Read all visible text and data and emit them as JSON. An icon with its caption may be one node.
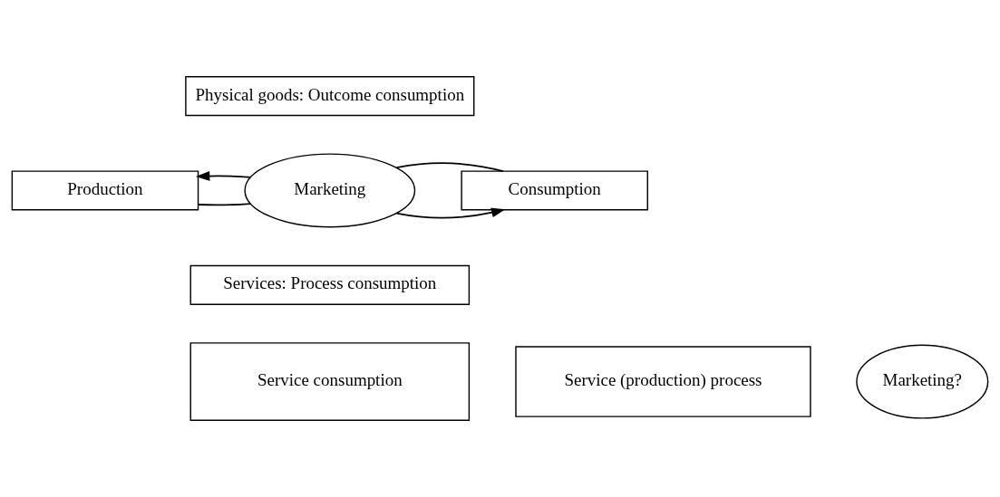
{
  "diagram": {
    "nodes": [
      {
        "text": [
          "Physical goods: Outcome consumption"
        ]
      },
      {
        "text": [
          "Production"
        ]
      },
      {
        "text": [
          "Marketing"
        ]
      },
      {
        "text": [
          "Consumption"
        ]
      },
      {
        "text": [
          "Services: Process consumption"
        ]
      },
      {
        "text": [
          "Service (production) process"
        ]
      },
      {
        "text": [
          "Service consumption"
        ]
      },
      {
        "text": [
          "Marketing?"
        ]
      }
    ],
    "edges": [
      {
        "from": 1,
        "to": 2,
        "arrow": "none"
      },
      {
        "from": 2,
        "to": 1,
        "arrow": "to"
      },
      {
        "from": 2,
        "to": 3,
        "arrow": "to"
      },
      {
        "from": 2,
        "to": 3,
        "arrow": "none"
      }
    ]
  }
}
